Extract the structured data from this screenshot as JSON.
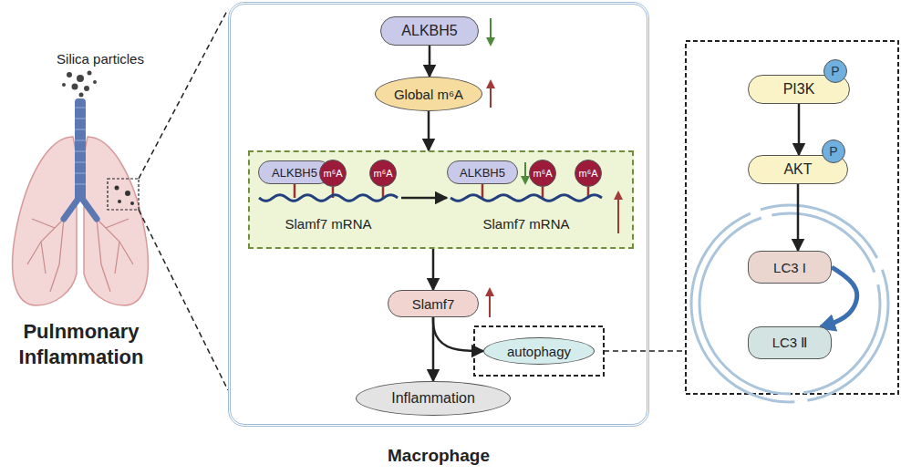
{
  "diagram": {
    "nodes": [
      {
        "text": [
          "Macrophage"
        ]
      },
      {
        "text": [
          "ALKBH5"
        ],
        "in": 0
      },
      {
        "text": [
          "Global m⁶A"
        ],
        "in": 0
      },
      {
        "text": [],
        "in": 0
      },
      {
        "text": [
          "ALKBH5"
        ],
        "in": 3
      },
      {
        "text": [
          "m⁶A"
        ],
        "in": 3
      },
      {
        "text": [
          "m⁶A"
        ],
        "in": 3
      },
      {
        "text": [
          "Slamf7 mRNA"
        ],
        "in": 3
      },
      {
        "text": [
          "ALKBH5"
        ],
        "in": 3
      },
      {
        "text": [
          "m⁶A"
        ],
        "in": 3
      },
      {
        "text": [
          "m⁶A"
        ],
        "in": 3
      },
      {
        "text": [
          "Slamf7 mRNA"
        ],
        "in": 3
      },
      {
        "text": [
          "Slamf7"
        ],
        "in": 0
      },
      {
        "text": [
          "autophagy"
        ],
        "in": 0
      },
      {
        "text": [
          "Inflammation"
        ],
        "in": 0
      },
      {
        "text": [
          "PI3K"
        ]
      },
      {
        "text": [
          "P"
        ]
      },
      {
        "text": [
          "AKT"
        ]
      },
      {
        "text": [
          "P"
        ]
      },
      {
        "text": [
          "LC3 I"
        ]
      },
      {
        "text": [
          "LC3 Ⅱ"
        ]
      }
    ],
    "edges": [
      {
        "from": 1,
        "to": 2,
        "arrow": "to"
      },
      {
        "from": 2,
        "to": 3,
        "arrow": "to"
      },
      {
        "from": 7,
        "to": 11,
        "arrow": "to"
      },
      {
        "from": 3,
        "to": 12,
        "arrow": "to"
      },
      {
        "from": 12,
        "to": 14,
        "arrow": "to"
      },
      {
        "from": 12,
        "to": 13,
        "arrow": "to"
      },
      {
        "from": 15,
        "to": 17,
        "arrow": "to"
      },
      {
        "from": 17,
        "to": 19,
        "arrow": "to"
      },
      {
        "from": 19,
        "to": 20,
        "arrow": "to"
      }
    ],
    "labels": [
      "Silica particles",
      "Pulnmonary Inflammation"
    ]
  }
}
